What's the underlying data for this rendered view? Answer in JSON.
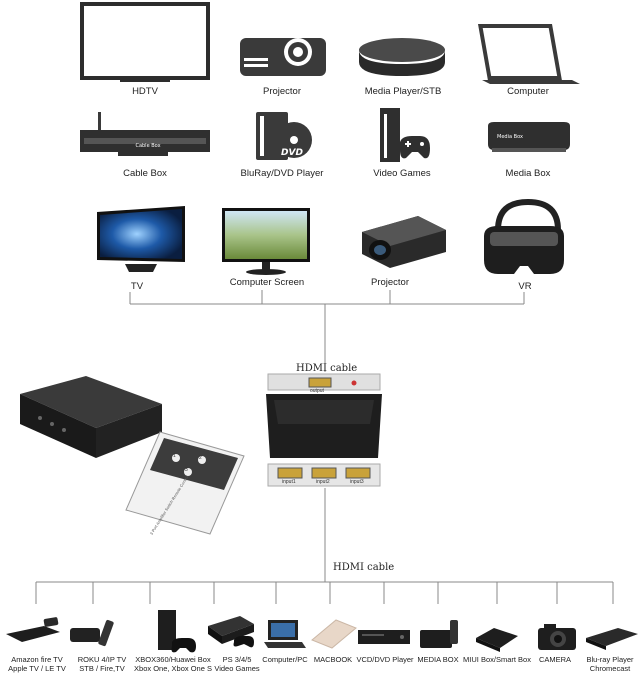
{
  "row1": {
    "items": [
      {
        "label": "HDTV",
        "icon": "hdtv-icon"
      },
      {
        "label": "Projector",
        "icon": "projector-icon"
      },
      {
        "label": "Media Player/STB",
        "icon": "media-player-icon"
      },
      {
        "label": "Computer",
        "icon": "laptop-icon"
      }
    ]
  },
  "row2": {
    "items": [
      {
        "label": "Cable Box",
        "icon": "cable-box-icon",
        "text_on_device": "Cable Box"
      },
      {
        "label": "BluRay/DVD Player",
        "icon": "dvd-player-icon",
        "text_on_device": "DVD"
      },
      {
        "label": "Video Games",
        "icon": "game-console-icon"
      },
      {
        "label": "Media Box",
        "icon": "media-box-icon",
        "text_on_device": "Media Box"
      }
    ]
  },
  "row3": {
    "items": [
      {
        "label": "TV",
        "icon": "tv-photo"
      },
      {
        "label": "Computer Screen",
        "icon": "monitor-photo"
      },
      {
        "label": "Projector",
        "icon": "projector-photo"
      },
      {
        "label": "VR",
        "icon": "vr-headset-photo"
      }
    ]
  },
  "switch": {
    "top_cable_label": "HDMI cable",
    "output_label": "output",
    "inputs": [
      "input1",
      "input2",
      "input3"
    ],
    "bottom_cable_label": "HDMI cable",
    "remote_title": "HDMI Switch",
    "remote_buttons": [
      "1",
      "2",
      "3"
    ],
    "remote_text": "3 Port Amplifier Switch Remote Control"
  },
  "sources": [
    {
      "line1": "Amazon fire TV",
      "line2": "Apple TV / LE TV"
    },
    {
      "line1": "ROKU 4/IP TV",
      "line2": "STB / Fire,TV"
    },
    {
      "line1": "XBOX360/Huawei Box",
      "line2": "Xbox One, Xbox One S"
    },
    {
      "line1": "PS 3/4/5",
      "line2": "Video Games"
    },
    {
      "line1": "Computer/PC",
      "line2": ""
    },
    {
      "line1": "MACBOOK",
      "line2": ""
    },
    {
      "line1": "VCD/DVD Player",
      "line2": ""
    },
    {
      "line1": "MEDIA BOX",
      "line2": ""
    },
    {
      "line1": "MIUI Box/Smart Box",
      "line2": ""
    },
    {
      "line1": "CAMERA",
      "line2": ""
    },
    {
      "line1": "Blu-ray Player",
      "line2": "Chromecast"
    }
  ],
  "colors": {
    "icon_dark": "#3a3a3a",
    "gold": "#c9a23a",
    "screen_blue": "#1e5aa8",
    "line": "#888888"
  }
}
